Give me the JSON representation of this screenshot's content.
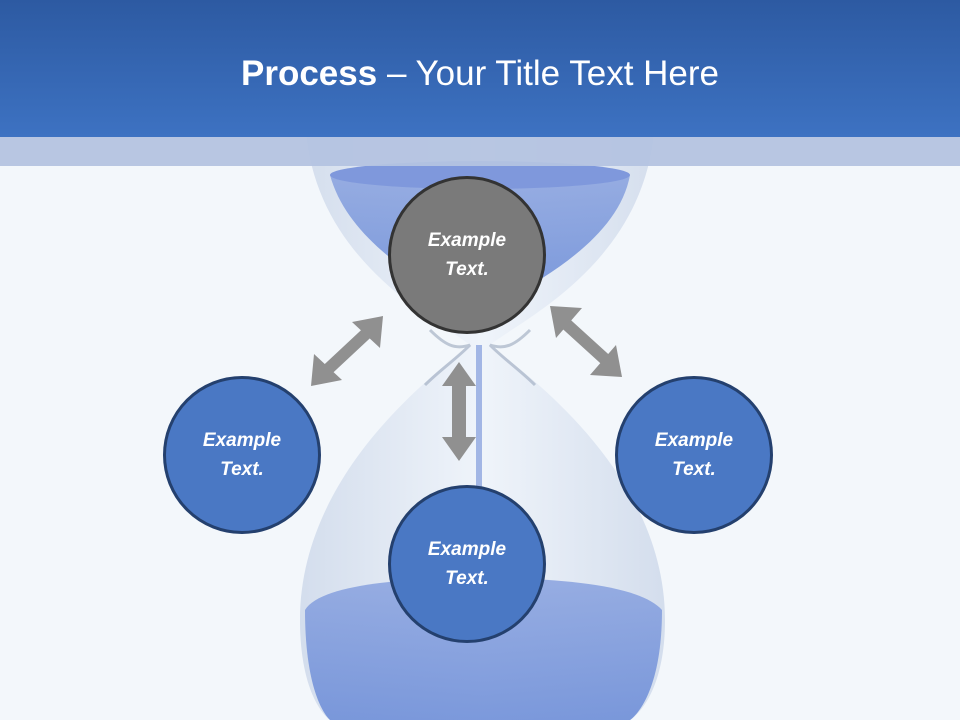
{
  "title": {
    "bold": "Process",
    "rest": " – Your Title Text Here"
  },
  "nodes": [
    {
      "id": "top",
      "text": "Example Text."
    },
    {
      "id": "left",
      "text": "Example Text."
    },
    {
      "id": "bottom",
      "text": "Example Text."
    },
    {
      "id": "right",
      "text": "Example Text."
    }
  ],
  "colors": {
    "header": "#3d72c2",
    "grey_node": "#7a7a7a",
    "blue_node": "#4a78c4",
    "arrow": "#909090"
  }
}
